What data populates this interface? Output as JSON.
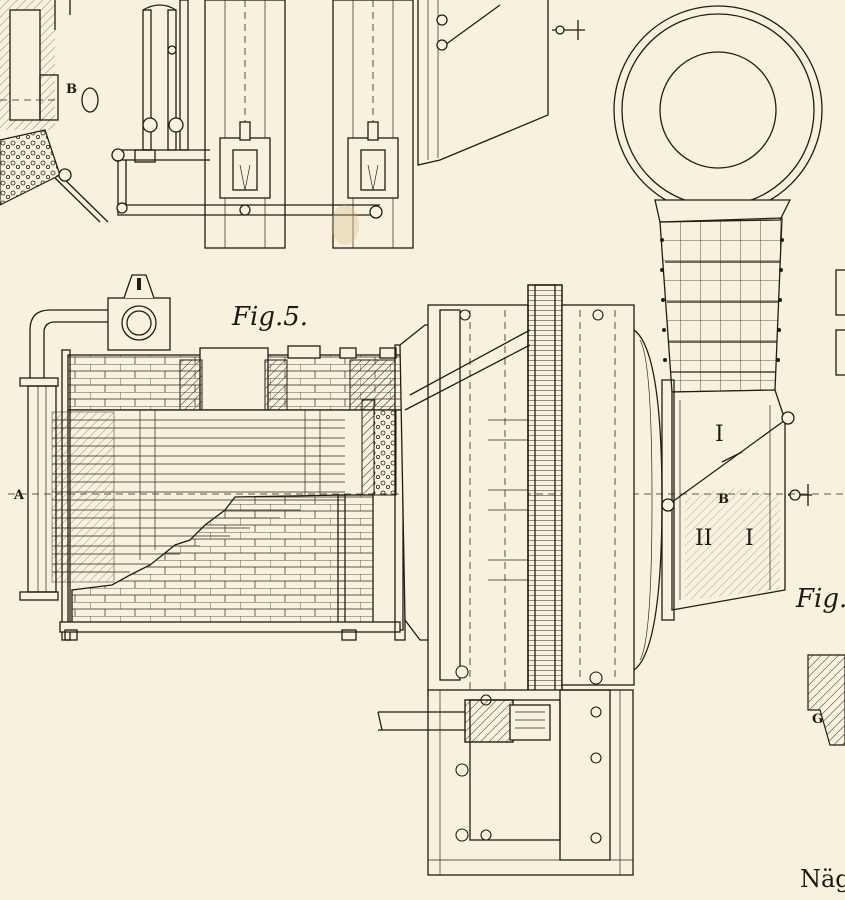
{
  "labels": {
    "fig5": "Fig.5.",
    "fig_partial": "Fig.",
    "marker_a": "A",
    "marker_b_top": "B",
    "marker_b_right": "B",
    "marker_g": "G",
    "marker_i_top": "I",
    "marker_ii": "II",
    "marker_i_bottom": "I",
    "corner_text": "Näg"
  },
  "colors": {
    "paper": "#f7f1dd",
    "ink": "#1f1d17",
    "stain": "#d9b98a"
  }
}
